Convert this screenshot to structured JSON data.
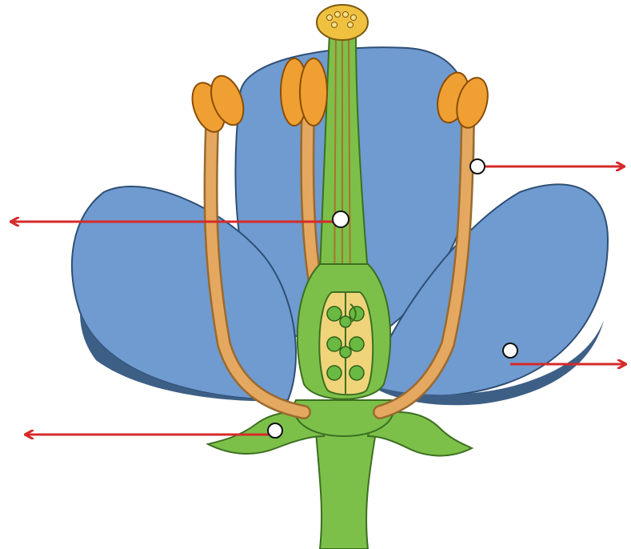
{
  "diagram": {
    "colors": {
      "petal": "#6f9bd1",
      "petal_shadow": "#3d5f86",
      "stem": "#7cc04a",
      "stem_dark": "#3c6f20",
      "anther": "#f0a032",
      "anther_dark": "#b86a12",
      "filament": "#e4a860",
      "ovule": "#69b942",
      "ovary_inner": "#f0d47a",
      "arrow": "#d62a2a",
      "marker_fill": "#ffffff",
      "marker_stroke": "#111111"
    },
    "pointers": [
      {
        "label": "",
        "direction": "right"
      },
      {
        "label": "",
        "direction": "left"
      },
      {
        "label": "",
        "direction": "right"
      },
      {
        "label": "",
        "direction": "left"
      }
    ]
  }
}
